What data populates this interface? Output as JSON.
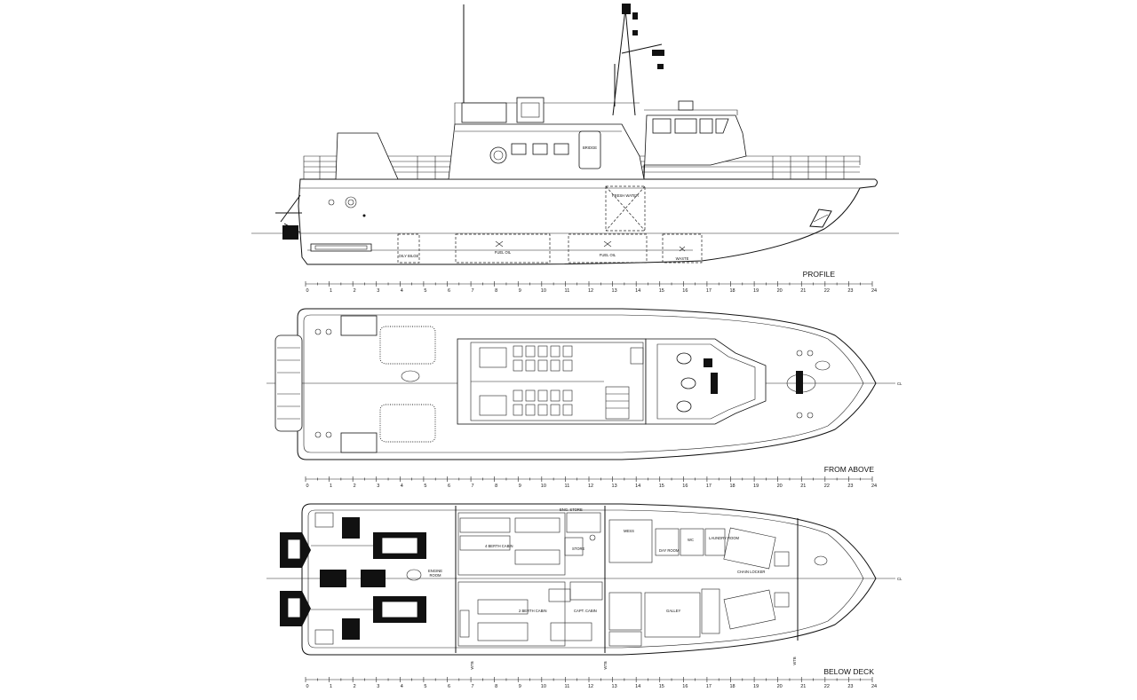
{
  "views": {
    "profile": "PROFILE",
    "above": "FROM ABOVE",
    "below": "BELOW DECK"
  },
  "profile_labels": {
    "fresh_water": "FRESH WATER",
    "oily_bilge": "OILY BILGE",
    "fuel_oil_1": "FUEL OIL",
    "fuel_oil_2": "FUEL OIL",
    "waste": "WASTE",
    "bridge": "BRIDGE"
  },
  "centerline": "CL",
  "below_labels": {
    "engine_room": [
      "ENGINE",
      "ROOM"
    ],
    "wtb_1": "WTB",
    "wtb_2": "WTB",
    "wtb_3": "WTB",
    "cabin_1": "4 BERTH CABIN",
    "cabin_2": "2 BERTH CABIN",
    "cabin_3": "CAPT. CABIN",
    "store": "STORE",
    "galley": "GALLEY",
    "mess": "MESS",
    "laundry": "LAUNDRY ROOM",
    "day_room": "DAY ROOM",
    "chain": "CHAIN LOCKER",
    "wc": "WC",
    "eng_store": "ENG. STORE"
  },
  "scale_ticks": [
    "0",
    "1",
    "2",
    "3",
    "4",
    "5",
    "6",
    "7",
    "8",
    "9",
    "10",
    "11",
    "12",
    "13",
    "14",
    "15",
    "16",
    "17",
    "18",
    "19",
    "20",
    "21",
    "22",
    "23",
    "24"
  ]
}
